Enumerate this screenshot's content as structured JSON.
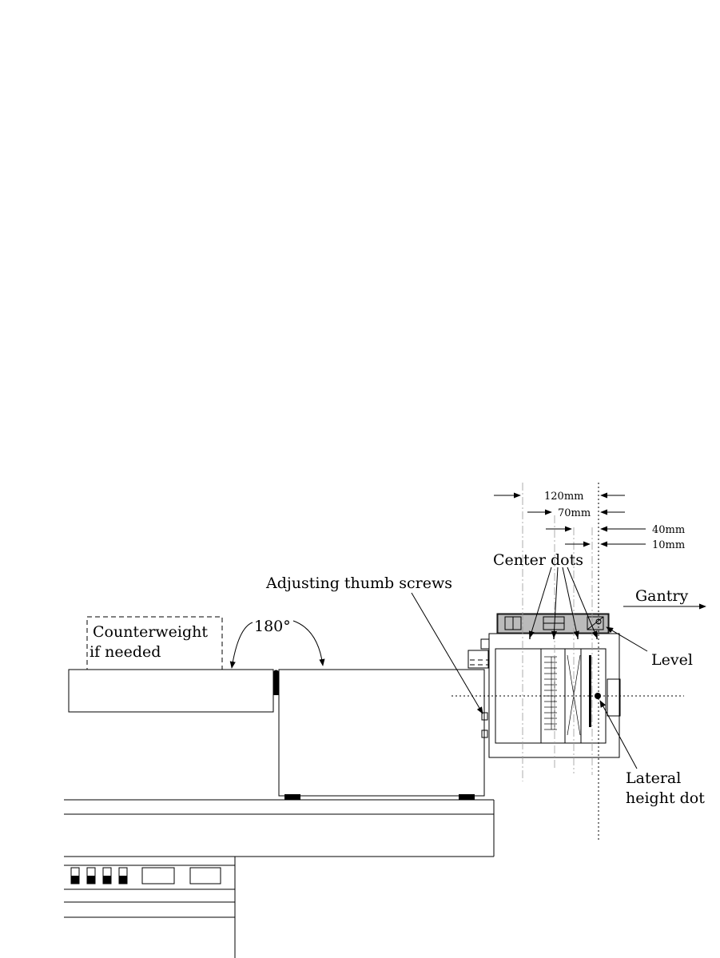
{
  "labels": {
    "counterweight_line1": "Counterweight",
    "counterweight_line2": "if needed",
    "angle": "180°",
    "thumb_screws": "Adjusting thumb screws",
    "center_dots": "Center dots",
    "gantry": "Gantry",
    "level": "Level",
    "lateral_line1": "Lateral",
    "lateral_line2": "height dot"
  },
  "dimensions": {
    "d120": "120mm",
    "d70": "70mm",
    "d40": "40mm",
    "d10": "10mm"
  }
}
